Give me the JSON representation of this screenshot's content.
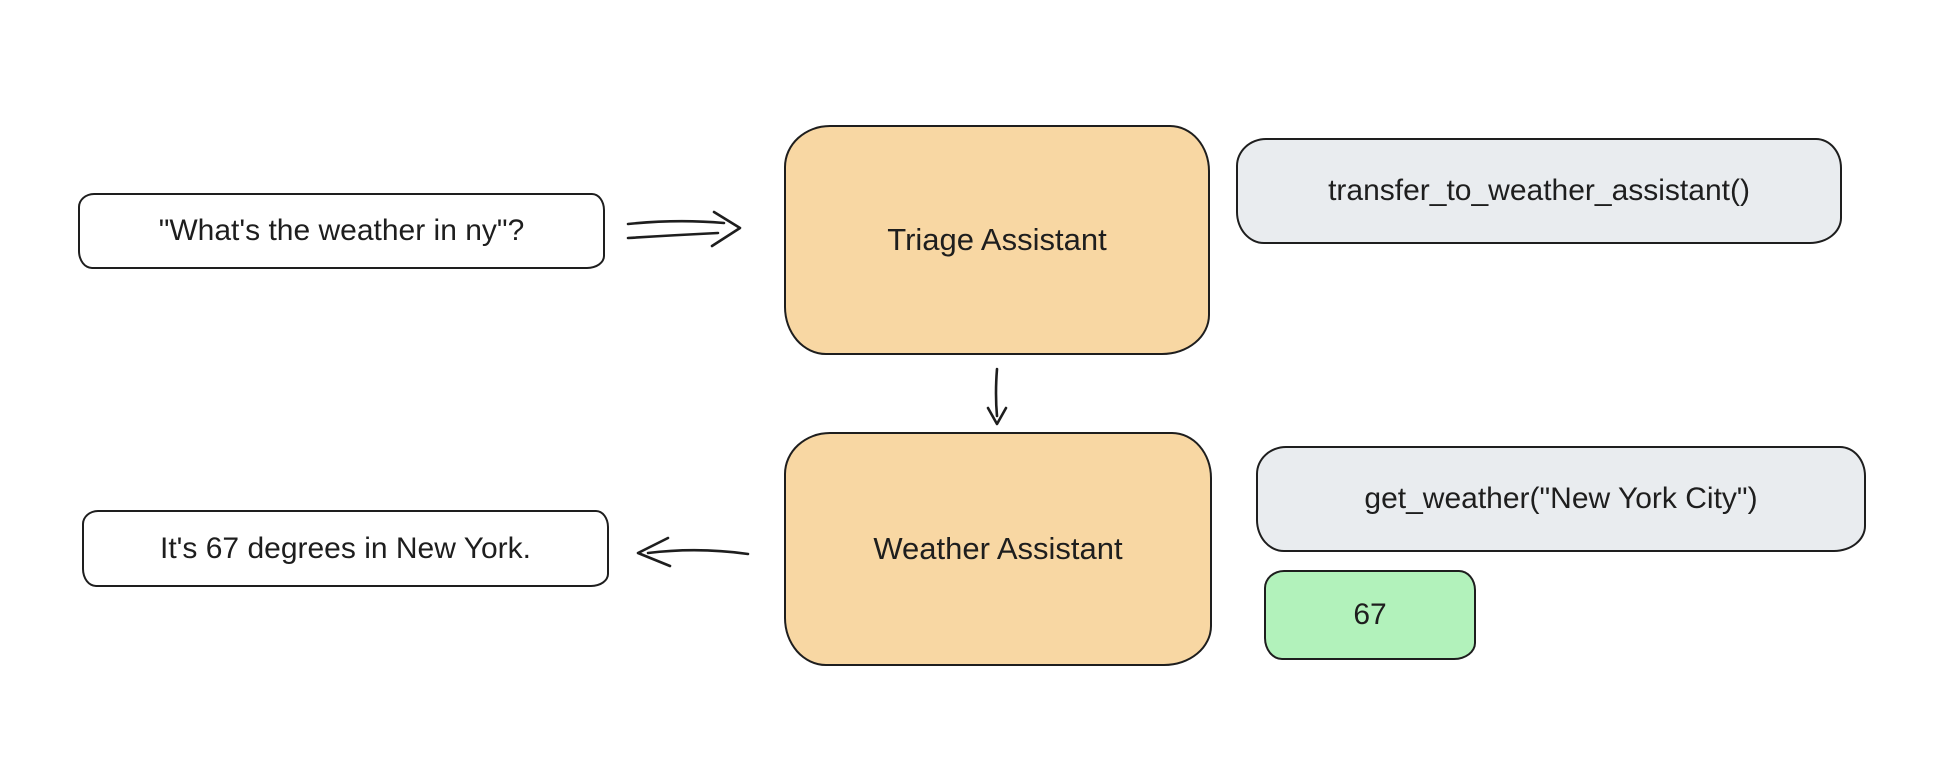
{
  "diagram": {
    "user_query_label": "\"What's the weather in ny\"?",
    "triage_assistant_label": "Triage Assistant",
    "transfer_call_label": "transfer_to_weather_assistant()",
    "weather_assistant_label": "Weather Assistant",
    "get_weather_call_label": "get_weather(\"New York City\")",
    "tool_result_label": "67",
    "final_response_label": "It's 67 degrees in New York.",
    "colors": {
      "agent_fill": "#f8d7a3",
      "tool_fill": "#e9ecef",
      "result_fill": "#b2f2bb",
      "stroke": "#1e1e1e",
      "canvas_background": "#ffffff"
    }
  }
}
